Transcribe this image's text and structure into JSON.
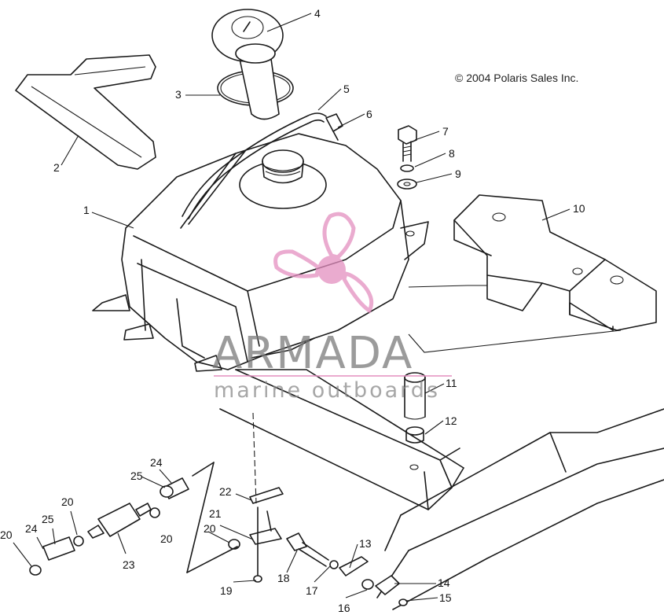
{
  "copyright": "© 2004 Polaris Sales Inc.",
  "watermark": {
    "brand": "ARMADA",
    "tagline": "marine outboards",
    "color": "#e48fc0"
  },
  "callouts": {
    "c1": "1",
    "c2": "2",
    "c3": "3",
    "c4": "4",
    "c5": "5",
    "c6": "6",
    "c7": "7",
    "c8": "8",
    "c9": "9",
    "c10": "10",
    "c11": "11",
    "c12": "12",
    "c13": "13",
    "c14": "14",
    "c15": "15",
    "c16": "16",
    "c17": "17",
    "c18": "18",
    "c19": "19",
    "c20": "20",
    "c21": "21",
    "c22": "22",
    "c23": "23",
    "c24": "24",
    "c25": "25"
  }
}
